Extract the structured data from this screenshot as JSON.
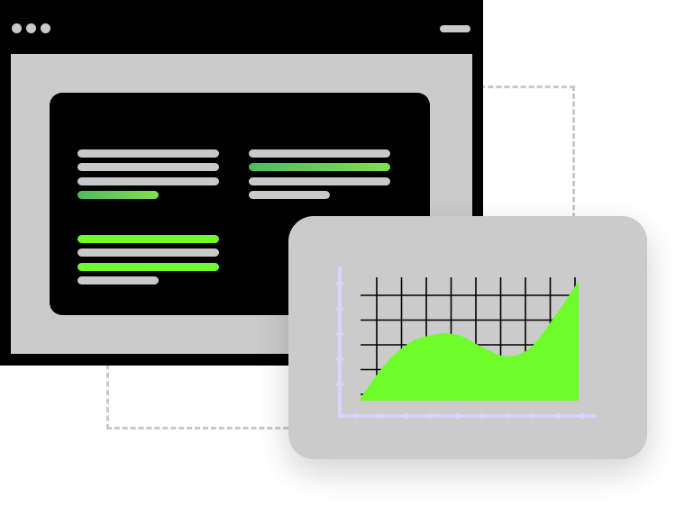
{
  "colors": {
    "background": "#ffffff",
    "frame": "#000000",
    "viewport": "#cbcbcb",
    "card": "#000000",
    "text_line": "#c9c9c9",
    "accent_green": "#6efc2b",
    "gradient_start": "#4dbb62",
    "gradient_end": "#7de24a",
    "axis": "#dcd2ff",
    "grid": "#000000",
    "chart_card": "#cbcbcb",
    "dashed": "#c9c9c9"
  },
  "icons": {
    "window_controls": "three-dots-icon",
    "menu": "menu-pill-icon"
  },
  "content_blocks": [
    {
      "name": "left-top-block",
      "lines": [
        "gray",
        "gray",
        "gray",
        "gradient"
      ]
    },
    {
      "name": "right-top-block",
      "lines": [
        "gray",
        "gradient",
        "gray",
        "gray"
      ]
    },
    {
      "name": "left-bottom-block",
      "lines": [
        "green",
        "gray",
        "green",
        "gray"
      ]
    }
  ],
  "chart_data": {
    "type": "area",
    "grid": true,
    "x": [
      0,
      1,
      2,
      3,
      4,
      5,
      6,
      7,
      8
    ],
    "values": [
      0.02,
      0.3,
      0.48,
      0.55,
      0.55,
      0.45,
      0.37,
      0.44,
      0.7,
      1.0
    ],
    "x_range": [
      0,
      9
    ],
    "y_range": [
      0,
      1
    ]
  }
}
